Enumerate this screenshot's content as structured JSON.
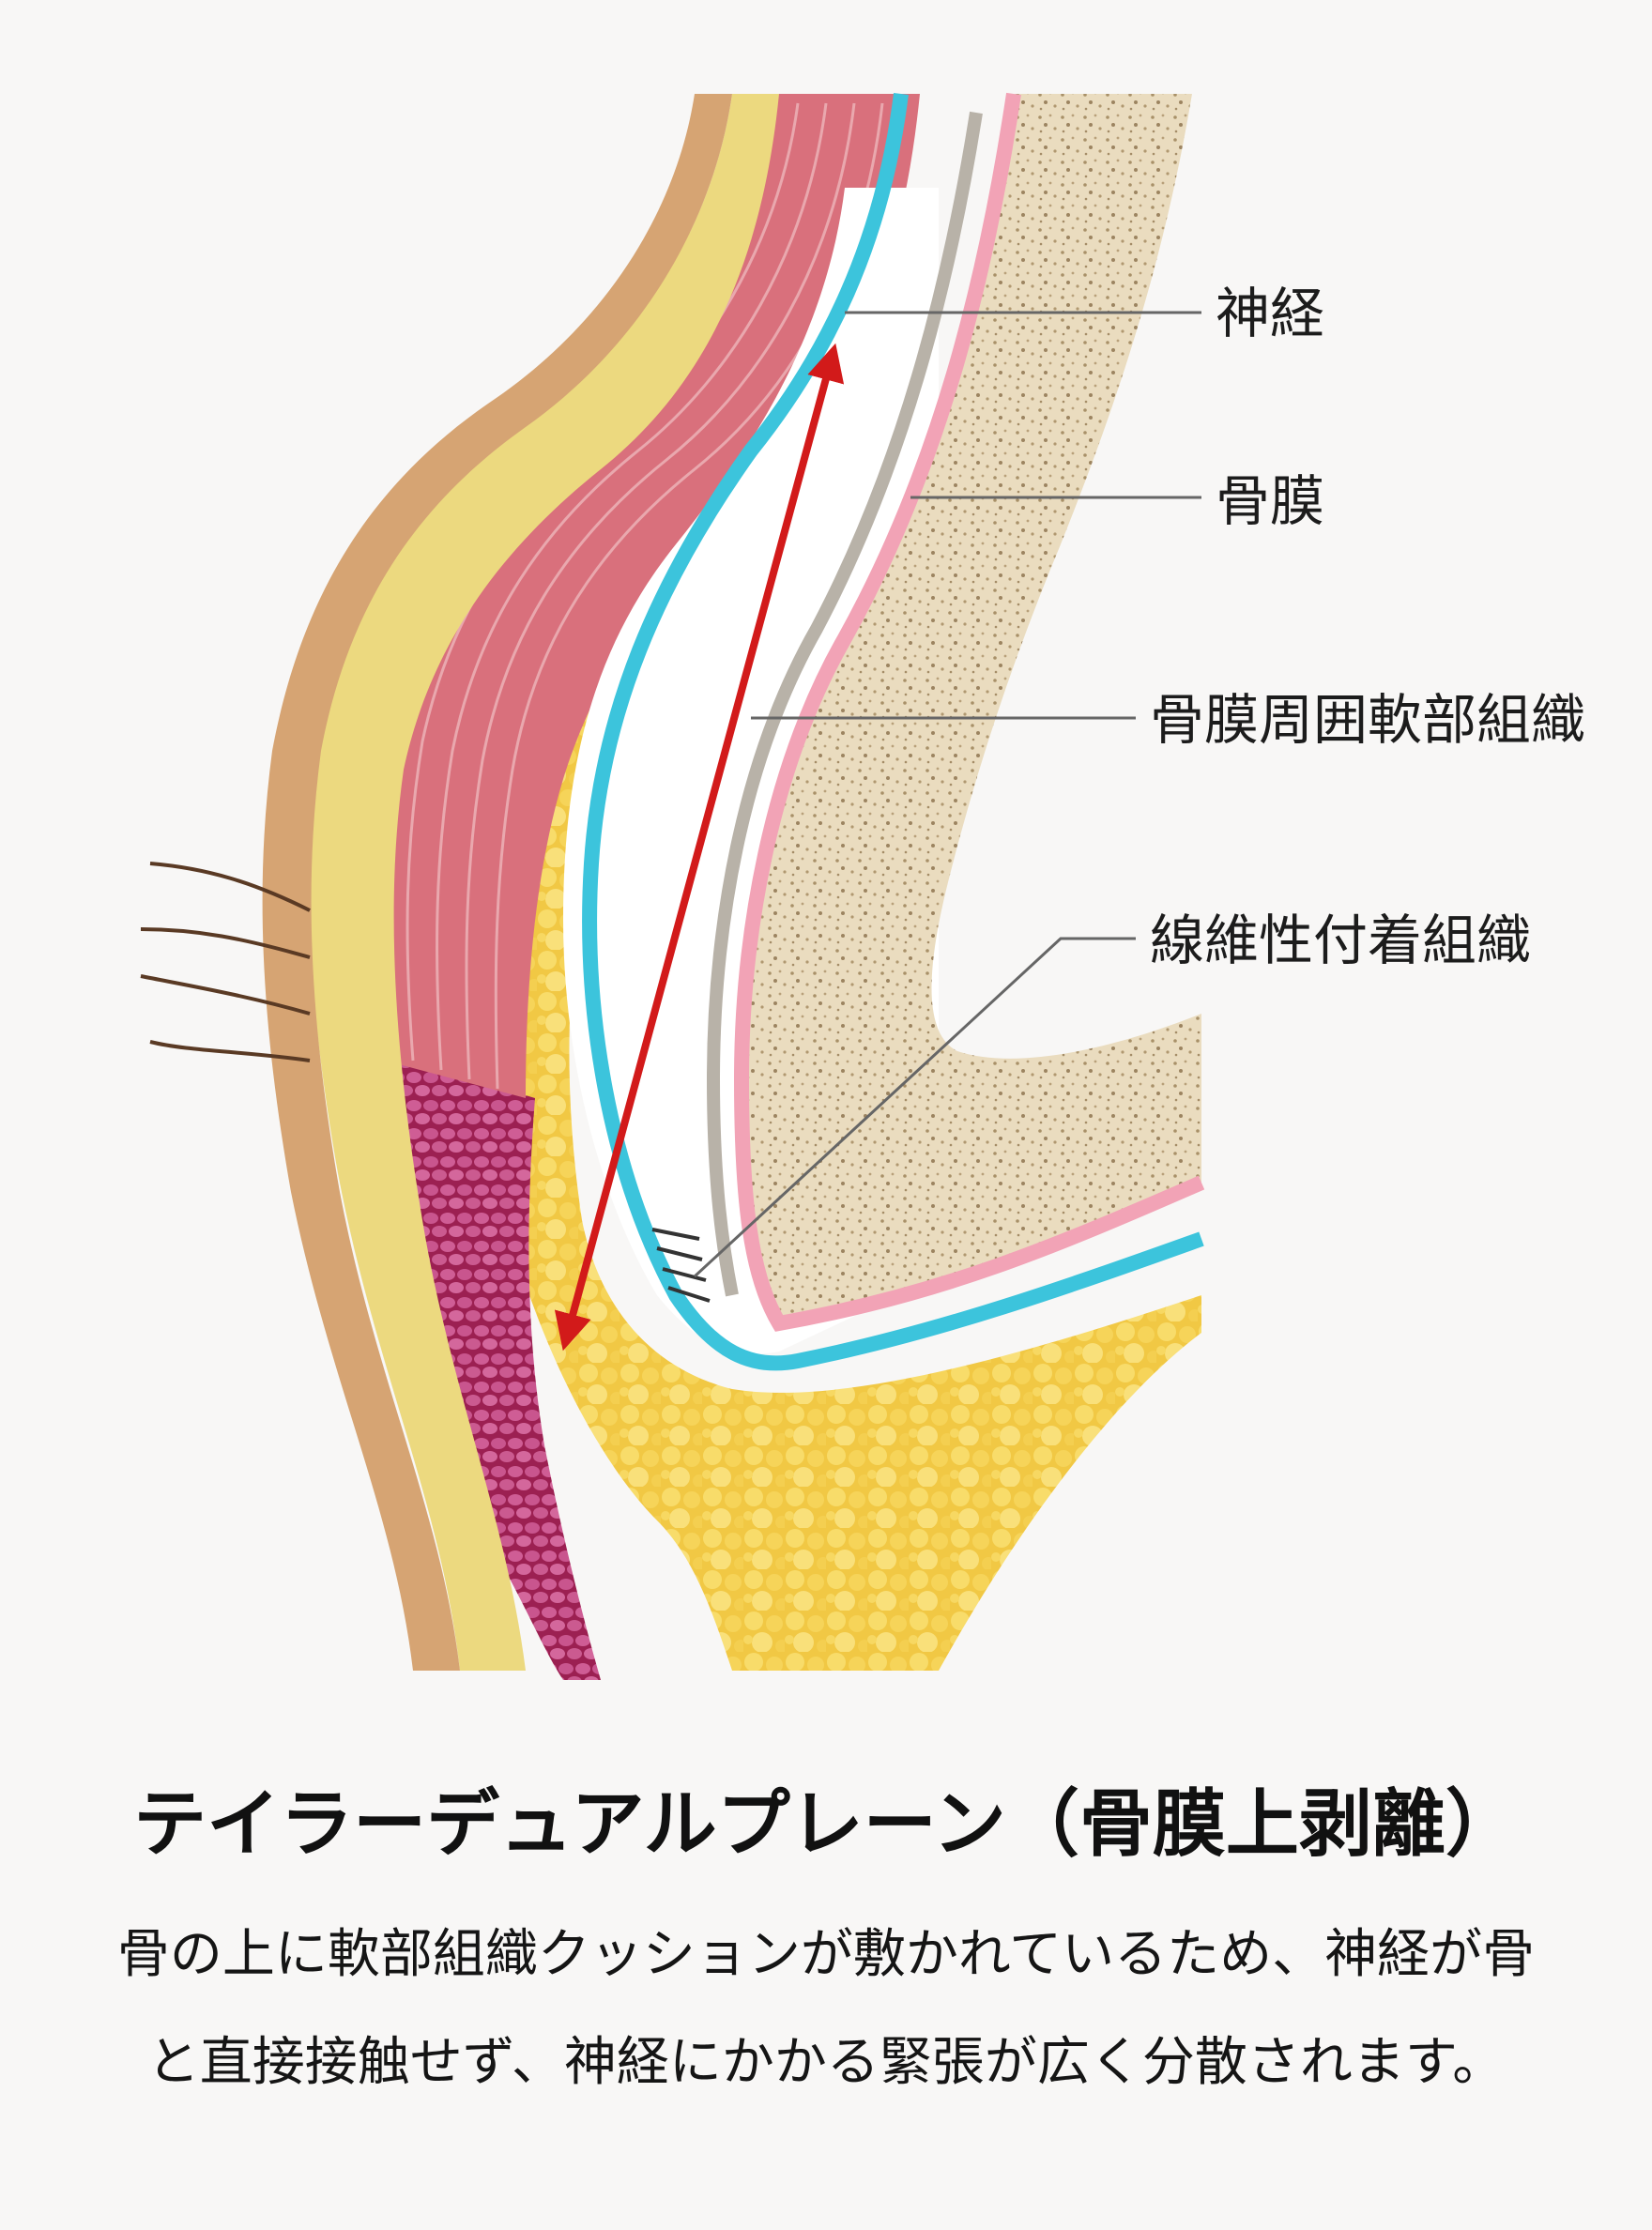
{
  "labels": {
    "nerve": "神経",
    "periosteum": "骨膜",
    "periosteal_soft_tissue": "骨膜周囲軟部組織",
    "fibrous_attachment": "線維性付着組織"
  },
  "title": "テイラーデュアルプレーン（骨膜上剥離）",
  "description": [
    "骨の上に軟部組織クッションが敷かれているため、神経が骨",
    "と直接接触せず、神経にかかる緊張が広く分散されます。"
  ],
  "colors": {
    "skin_outer": "#d6a473",
    "skin_fat": "#ecd97f",
    "muscle": "#d9707c",
    "dark_muscle": "#b3316b",
    "fat": "#f1c844",
    "nerve": "#3cc4dc",
    "periosteum": "#f2a3b6",
    "bone": "#f2e6cf",
    "arrow": "#d21a1a"
  }
}
